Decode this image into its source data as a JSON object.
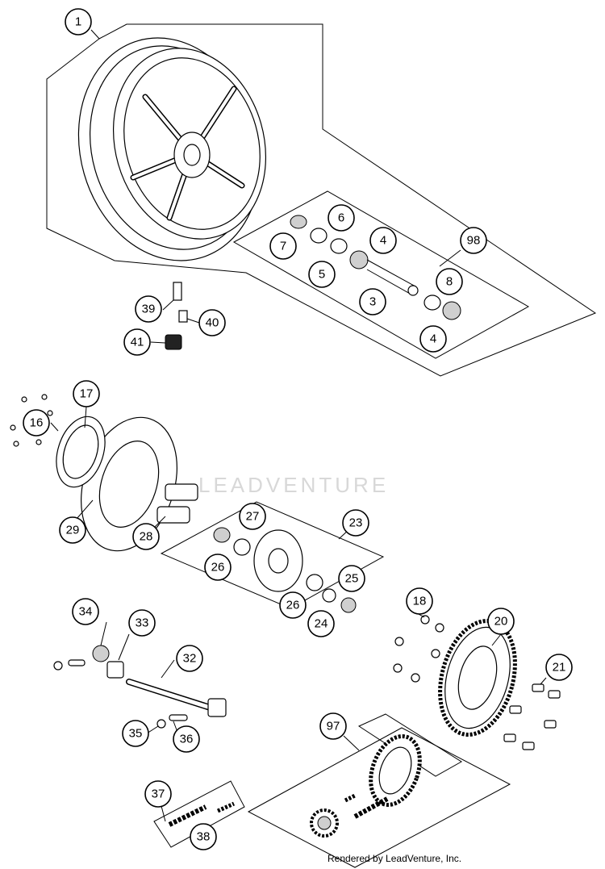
{
  "watermark": "LEADVENTURE",
  "footer": "Rendered by LeadVenture, Inc.",
  "callouts": [
    "1",
    "98",
    "7",
    "6",
    "4",
    "5",
    "3",
    "8",
    "4",
    "39",
    "40",
    "41",
    "17",
    "16",
    "29",
    "28",
    "27",
    "23",
    "26",
    "26",
    "25",
    "24",
    "34",
    "33",
    "32",
    "35",
    "36",
    "18",
    "20",
    "21",
    "97",
    "37",
    "38"
  ]
}
